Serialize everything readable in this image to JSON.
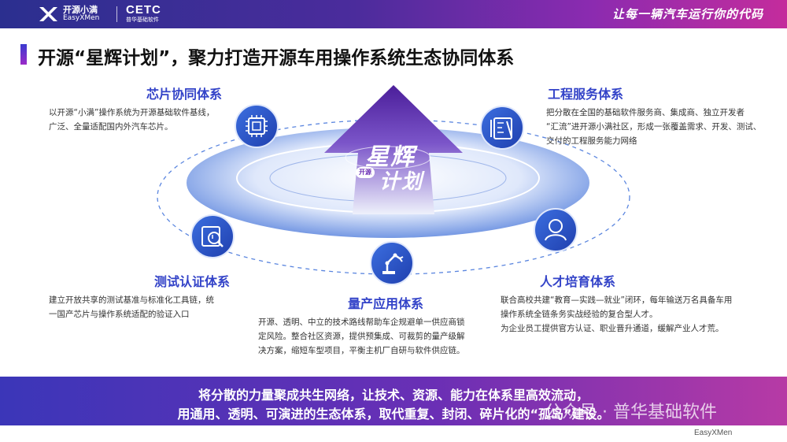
{
  "header": {
    "logo_cn": "开源小满",
    "logo_en": "EasyXMen",
    "brand_name": "CETC",
    "brand_sub": "普华基础软件",
    "slogan": "让每一辆汽车运行你的代码"
  },
  "page_title": "开源“星辉计划”，聚力打造开源车用操作系统生态协同体系",
  "center": {
    "badge": "开源",
    "line1": "星辉",
    "line2": "计划"
  },
  "sections": {
    "chip": {
      "title": "芯片协同体系",
      "desc": [
        "以开源“小满”操作系统为开源基础软件基线，",
        "广泛、全量适配国内外汽车芯片。"
      ],
      "icon": "chip-icon"
    },
    "engineering": {
      "title": "工程服务体系",
      "desc": [
        "把分散在全国的基础软件服务商、集成商、独立开发者",
        "“汇流”进开源小满社区，形成一张覆盖需求、开发、测试、",
        "交付的工程服务能力网络"
      ],
      "icon": "tools-icon"
    },
    "testing": {
      "title": "测试认证体系",
      "desc": [
        "建立开放共享的测试基准与标准化工具链，统",
        "一国产芯片与操作系统适配的验证入口"
      ],
      "icon": "test-icon"
    },
    "talent": {
      "title": "人才培育体系",
      "desc": [
        "联合高校共建“教育—实践—就业”闭环，每年输送万名具备车用",
        "操作系统全链条务实战经验的复合型人才。",
        "为企业员工提供官方认证、职业晋升通道，缓解产业人才荒。"
      ],
      "icon": "person-icon"
    },
    "production": {
      "title": "量产应用体系",
      "desc": [
        "开源、透明、中立的技术路线帮助车企规避单一供应商锁",
        "定风险。整合社区资源，提供预集成、可裁剪的量产级解",
        "决方案，缩短车型项目，平衡主机厂自研与软件供应链。"
      ],
      "icon": "robot-arm-icon"
    }
  },
  "bottom": {
    "line1": "将分散的力量聚成共生网络，让技术、资源、能力在体系里高效流动，",
    "line2": "用通用、透明、可演进的生态体系，取代重复、封闭、碎片化的“孤岛”建设。"
  },
  "watermark": "公众号 · 普华基础软件",
  "footer": "EasyXMen",
  "colors": {
    "accent_blue": "#3343c8",
    "accent_purple": "#8b2bb0",
    "icon_blue": "#2b56c8"
  }
}
